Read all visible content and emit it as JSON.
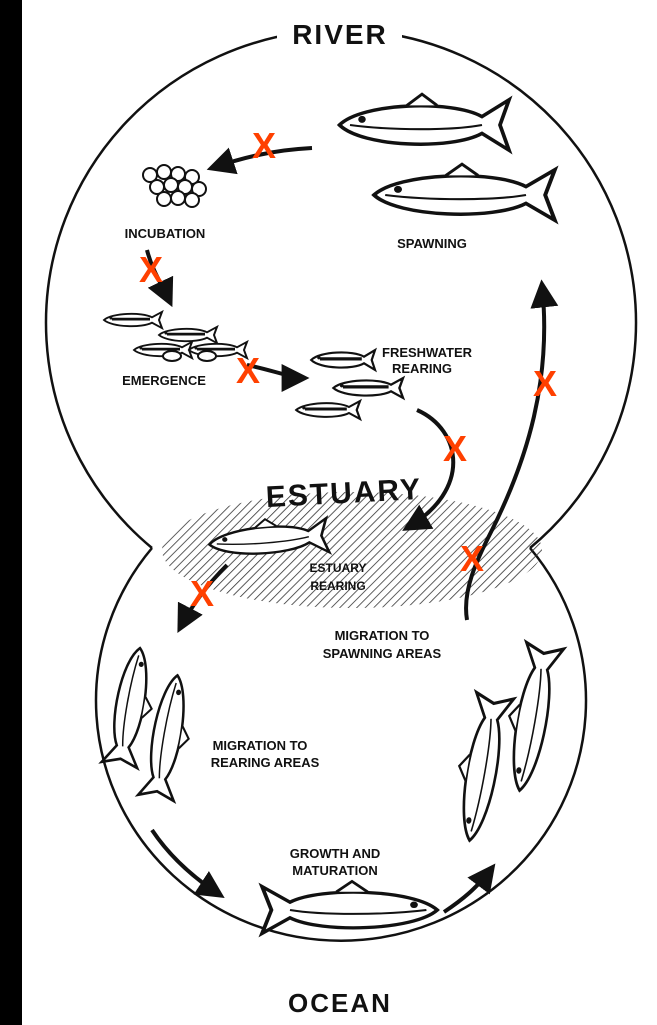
{
  "regions": {
    "river": "RIVER",
    "estuary": "ESTUARY",
    "ocean": "OCEAN"
  },
  "stages": {
    "incubation": "INCUBATION",
    "spawning": "SPAWNING",
    "emergence": "EMERGENCE",
    "freshwater_rearing_1": "FRESHWATER",
    "freshwater_rearing_2": "REARING",
    "estuary_rearing_1": "ESTUARY",
    "estuary_rearing_2": "REARING",
    "migration_spawning_1": "MIGRATION TO",
    "migration_spawning_2": "SPAWNING AREAS",
    "migration_rearing_1": "MIGRATION TO",
    "migration_rearing_2": "REARING AREAS",
    "growth_1": "GROWTH AND",
    "growth_2": "MATURATION"
  },
  "markers": {
    "x": "X"
  },
  "colors": {
    "background": "#000000",
    "diagram": "#ffffff",
    "ink": "#111111",
    "marker": "#ff4000"
  }
}
